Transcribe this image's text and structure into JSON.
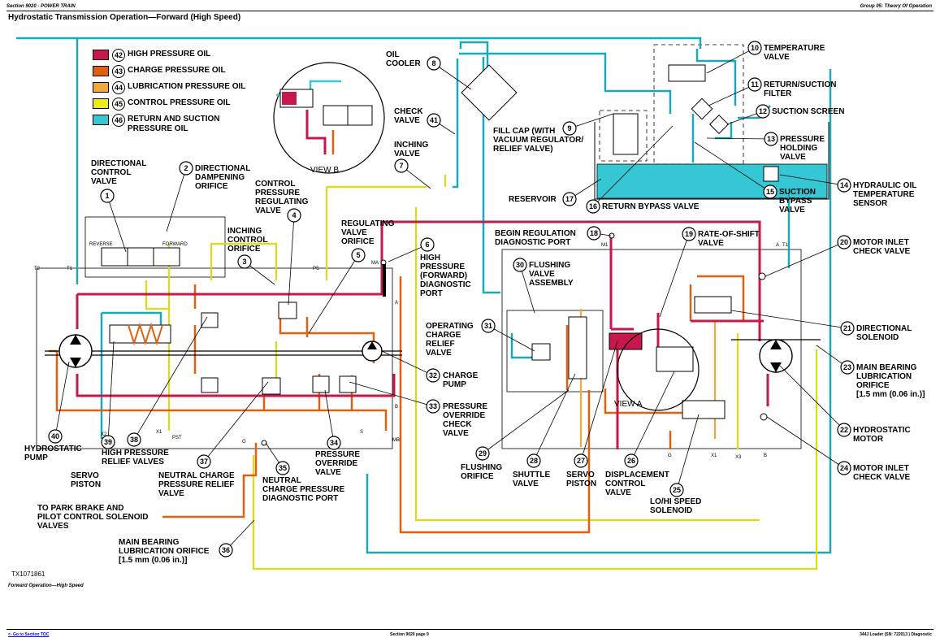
{
  "header": {
    "left": "Section 9020 - POWER TRAIN",
    "right": "Group 05: Theory Of Operation",
    "title": "Hydrostatic Transmission Operation—Forward (High Speed)"
  },
  "colors": {
    "high_pressure": "#c8174a",
    "charge_pressure": "#e0600f",
    "lubrication_pressure": "#f2a93b",
    "control_pressure": "#eded14",
    "return_suction": "#35c7d4"
  },
  "legend": [
    {
      "num": "42",
      "label": "HIGH PRESSURE OIL",
      "color": "#c8174a"
    },
    {
      "num": "43",
      "label": "CHARGE PRESSURE OIL",
      "color": "#e0600f"
    },
    {
      "num": "44",
      "label": "LUBRICATION PRESSURE OIL",
      "color": "#f2a93b"
    },
    {
      "num": "45",
      "label": "CONTROL PRESSURE OIL",
      "color": "#eded14"
    },
    {
      "num": "46",
      "label": "RETURN AND SUCTION",
      "label2": "PRESSURE OIL",
      "color": "#35c7d4"
    }
  ],
  "view_labels": {
    "view_b": "VIEW B",
    "view_a": "VIEW A"
  },
  "components": [
    {
      "num": "1",
      "lines": [
        "DIRECTIONAL",
        "CONTROL",
        "VALVE"
      ]
    },
    {
      "num": "2",
      "lines": [
        "DIRECTIONAL",
        "DAMPENING",
        "ORIFICE"
      ]
    },
    {
      "num": "3",
      "lines": [
        "INCHING",
        "CONTROL",
        "ORIFICE"
      ]
    },
    {
      "num": "4",
      "lines": [
        "CONTROL",
        "PRESSURE",
        "REGULATING",
        "VALVE"
      ]
    },
    {
      "num": "5",
      "lines": [
        "REGULATING",
        "VALVE",
        "ORIFICE"
      ]
    },
    {
      "num": "6",
      "lines": [
        "HIGH",
        "PRESSURE",
        "(FORWARD)",
        "DIAGNOSTIC",
        "PORT"
      ]
    },
    {
      "num": "7",
      "lines": [
        "INCHING",
        "VALVE"
      ]
    },
    {
      "num": "8",
      "lines": [
        "OIL",
        "COOLER"
      ]
    },
    {
      "num": "9",
      "lines": [
        "FILL CAP (WITH",
        "VACUUM REGULATOR/",
        "RELIEF VALVE)"
      ]
    },
    {
      "num": "10",
      "lines": [
        "TEMPERATURE",
        "VALVE"
      ]
    },
    {
      "num": "11",
      "lines": [
        "RETURN/SUCTION",
        "FILTER"
      ]
    },
    {
      "num": "12",
      "lines": [
        "SUCTION SCREEN"
      ]
    },
    {
      "num": "13",
      "lines": [
        "PRESSURE",
        "HOLDING",
        "VALVE"
      ]
    },
    {
      "num": "14",
      "lines": [
        "HYDRAULIC OIL",
        "TEMPERATURE",
        "SENSOR"
      ]
    },
    {
      "num": "15",
      "lines": [
        "SUCTION",
        "BYPASS",
        "VALVE"
      ]
    },
    {
      "num": "16",
      "lines": [
        "RETURN BYPASS VALVE"
      ]
    },
    {
      "num": "17",
      "lines": [
        "RESERVOIR"
      ]
    },
    {
      "num": "18",
      "lines": [
        "BEGIN REGULATION",
        "DIAGNOSTIC PORT"
      ]
    },
    {
      "num": "19",
      "lines": [
        "RATE-OF-SHIFT",
        "VALVE"
      ]
    },
    {
      "num": "20",
      "lines": [
        "MOTOR INLET",
        "CHECK VALVE"
      ]
    },
    {
      "num": "21",
      "lines": [
        "DIRECTIONAL",
        "SOLENOID"
      ]
    },
    {
      "num": "22",
      "lines": [
        "HYDROSTATIC",
        "MOTOR"
      ]
    },
    {
      "num": "23",
      "lines": [
        "MAIN BEARING",
        "LUBRICATION",
        "ORIFICE",
        "[1.5 mm (0.06 in.)]"
      ]
    },
    {
      "num": "24",
      "lines": [
        "MOTOR INLET",
        "CHECK VALVE"
      ]
    },
    {
      "num": "25",
      "lines": [
        "LO/HI SPEED",
        "SOLENOID"
      ]
    },
    {
      "num": "26",
      "lines": [
        "DISPLACEMENT",
        "CONTROL",
        "VALVE"
      ]
    },
    {
      "num": "27",
      "lines": [
        "SERVO",
        "PISTON"
      ]
    },
    {
      "num": "28",
      "lines": [
        "SHUTTLE",
        "VALVE"
      ]
    },
    {
      "num": "29",
      "lines": [
        "FLUSHING",
        "ORIFICE"
      ]
    },
    {
      "num": "30",
      "lines": [
        "FLUSHING",
        "VALVE",
        "ASSEMBLY"
      ]
    },
    {
      "num": "31",
      "lines": [
        "OPERATING",
        "CHARGE",
        "RELIEF",
        "VALVE"
      ]
    },
    {
      "num": "32",
      "lines": [
        "CHARGE",
        "PUMP"
      ]
    },
    {
      "num": "33",
      "lines": [
        "PRESSURE",
        "OVERRIDE",
        "CHECK",
        "VALVE"
      ]
    },
    {
      "num": "34",
      "lines": [
        "PRESSURE",
        "OVERRIDE",
        "VALVE"
      ]
    },
    {
      "num": "35",
      "lines": [
        "NEUTRAL",
        "CHARGE PRESSURE",
        "DIAGNOSTIC PORT"
      ]
    },
    {
      "num": "36",
      "lines": [
        "MAIN BEARING",
        "LUBRICATION ORIFICE",
        "[1.5 mm (0.06 in.)]"
      ]
    },
    {
      "num": "37",
      "lines": [
        "NEUTRAL CHARGE",
        "PRESSURE RELIEF",
        "VALVE"
      ]
    },
    {
      "num": "38",
      "lines": [
        "HIGH PRESSURE",
        "RELIEF VALVES"
      ]
    },
    {
      "num": "39",
      "lines": [
        "SERVO",
        "PISTON"
      ]
    },
    {
      "num": "40",
      "lines": [
        "HYDROSTATIC",
        "PUMP"
      ]
    },
    {
      "num": "41",
      "lines": [
        "CHECK",
        "VALVE"
      ]
    }
  ],
  "extra_labels": {
    "park_brake": [
      "TO PARK BRAKE AND",
      "PILOT CONTROL SOLENOID",
      "VALVES"
    ]
  },
  "port_labels": [
    "REVERSE",
    "FORWARD",
    "T2",
    "T1",
    "PS",
    "MA",
    "A",
    "B",
    "MB",
    "X2",
    "X1",
    "PST",
    "S",
    "G",
    "M1",
    "A",
    "T1",
    "G",
    "X1",
    "X3",
    "B"
  ],
  "figure_id": "TX1071861",
  "caption": "Forward Operation—High Speed",
  "footer": {
    "left": "<- Go to Section TOC",
    "center": "Section 9020 page 9",
    "right": "344J Loader (SN: 722013 ) Diagnostic"
  }
}
